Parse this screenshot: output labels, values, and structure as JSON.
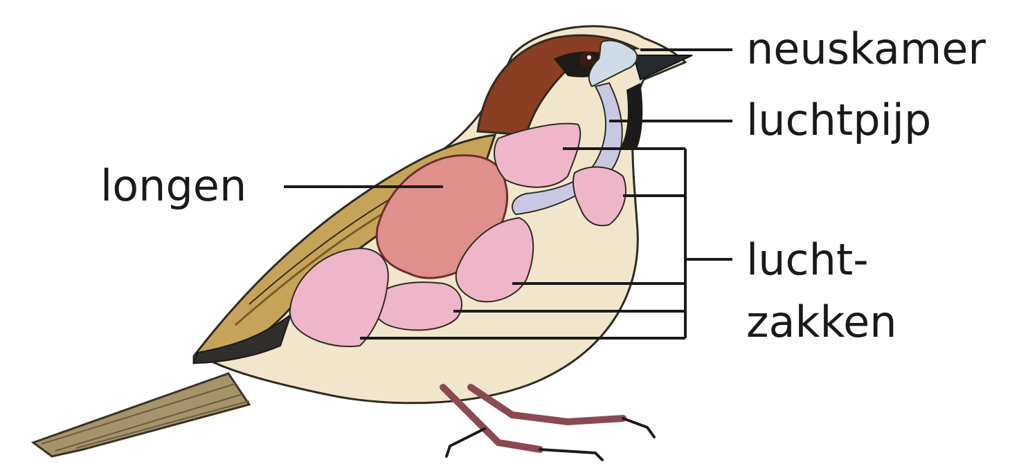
{
  "labels": {
    "nose_chamber": "neuskamer",
    "trachea": "luchtpijp",
    "lungs": "longen",
    "air_sacs_line1": "lucht-",
    "air_sacs_line2": "zakken"
  },
  "colors": {
    "background": "#ffffff",
    "leader_line": "#1a1a1a",
    "air_sac_fill": "#efb5c8",
    "lung_fill": "#e08a8a",
    "trachea_fill": "#c9c8e3",
    "nose_chamber_fill": "#cfdbe6",
    "head_cap": "#8a3e22",
    "body_buff": "#efe4c8",
    "wing_stripe": "#c9a456",
    "tail": "#9a8a63",
    "legs": "#8a4a52"
  }
}
